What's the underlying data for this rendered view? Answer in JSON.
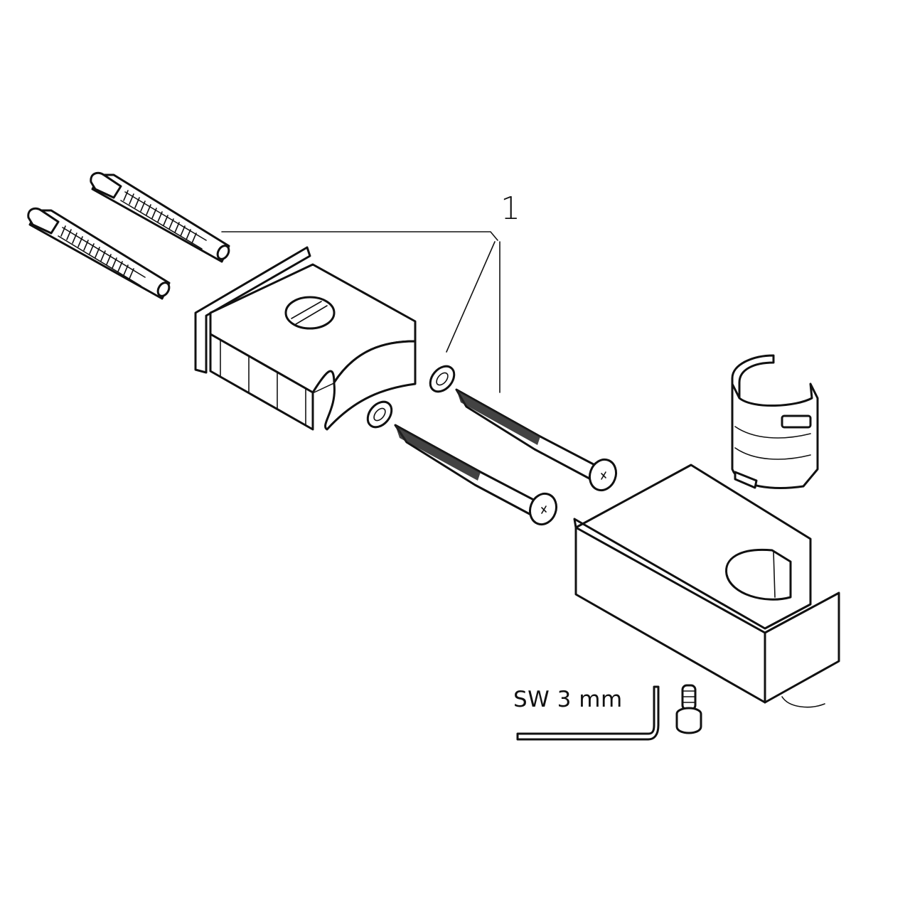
{
  "diagram": {
    "type": "exploded-assembly",
    "callouts": [
      {
        "id": "1",
        "label": "1",
        "refers_to": [
          "wall-plugs",
          "washers",
          "wood-screws"
        ]
      }
    ],
    "tool_label": "SW 3 mm",
    "parts": [
      {
        "name": "wall-plug",
        "count": 2
      },
      {
        "name": "mounting-bracket",
        "count": 1
      },
      {
        "name": "washer",
        "count": 2
      },
      {
        "name": "wood-screw",
        "count": 2
      },
      {
        "name": "hand-shower-holder-insert",
        "count": 1
      },
      {
        "name": "wall-outlet-holder-body",
        "count": 1
      },
      {
        "name": "hex-key",
        "count": 1
      },
      {
        "name": "set-screw",
        "count": 1
      }
    ]
  }
}
